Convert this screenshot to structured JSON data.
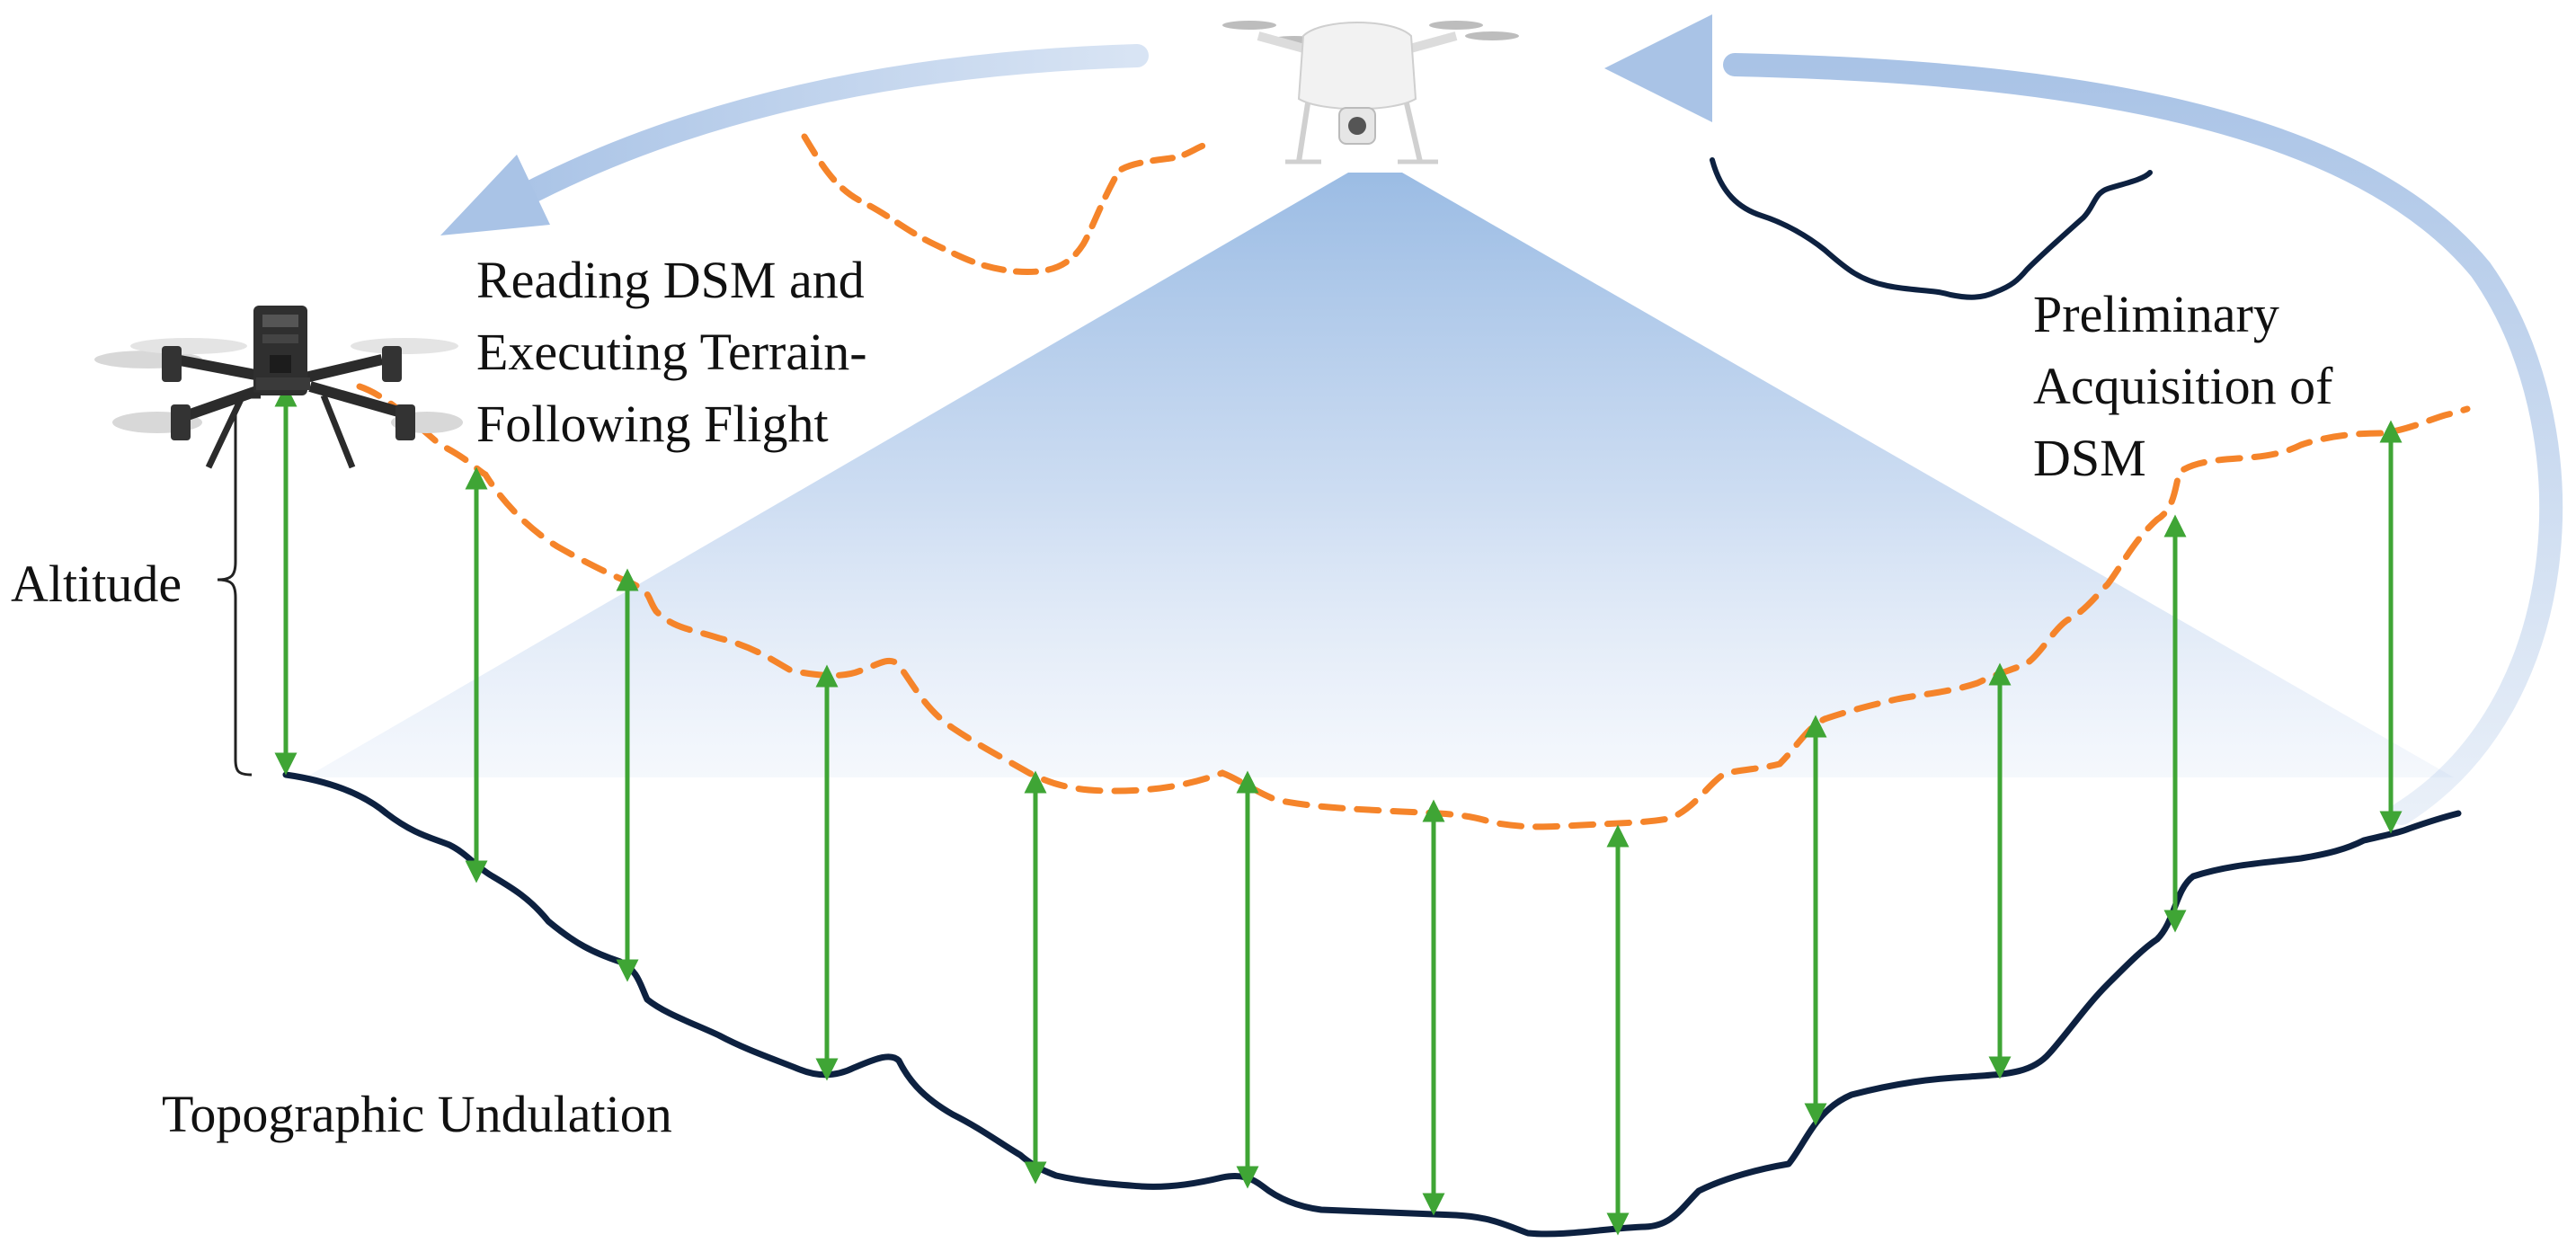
{
  "labels": {
    "reading": [
      "Reading DSM and",
      "Executing Terrain-",
      "Following Flight"
    ],
    "preliminary": [
      "Preliminary",
      "Acquisition of",
      "DSM"
    ],
    "altitude": "Altitude",
    "topography": "Topographic Undulation"
  },
  "colors": {
    "terrain": "#0d2140",
    "flight_path": "#f5842a",
    "altitude_arrow": "#3fa535",
    "arrow_blue": "#a9c3e6",
    "camera_cone": "#9bbce4",
    "drone_body": "#2b2b2b",
    "drone_light": "#efefef"
  },
  "icons": {
    "left_drone": "quadcopter-drone-icon",
    "top_drone": "camera-drone-icon"
  }
}
